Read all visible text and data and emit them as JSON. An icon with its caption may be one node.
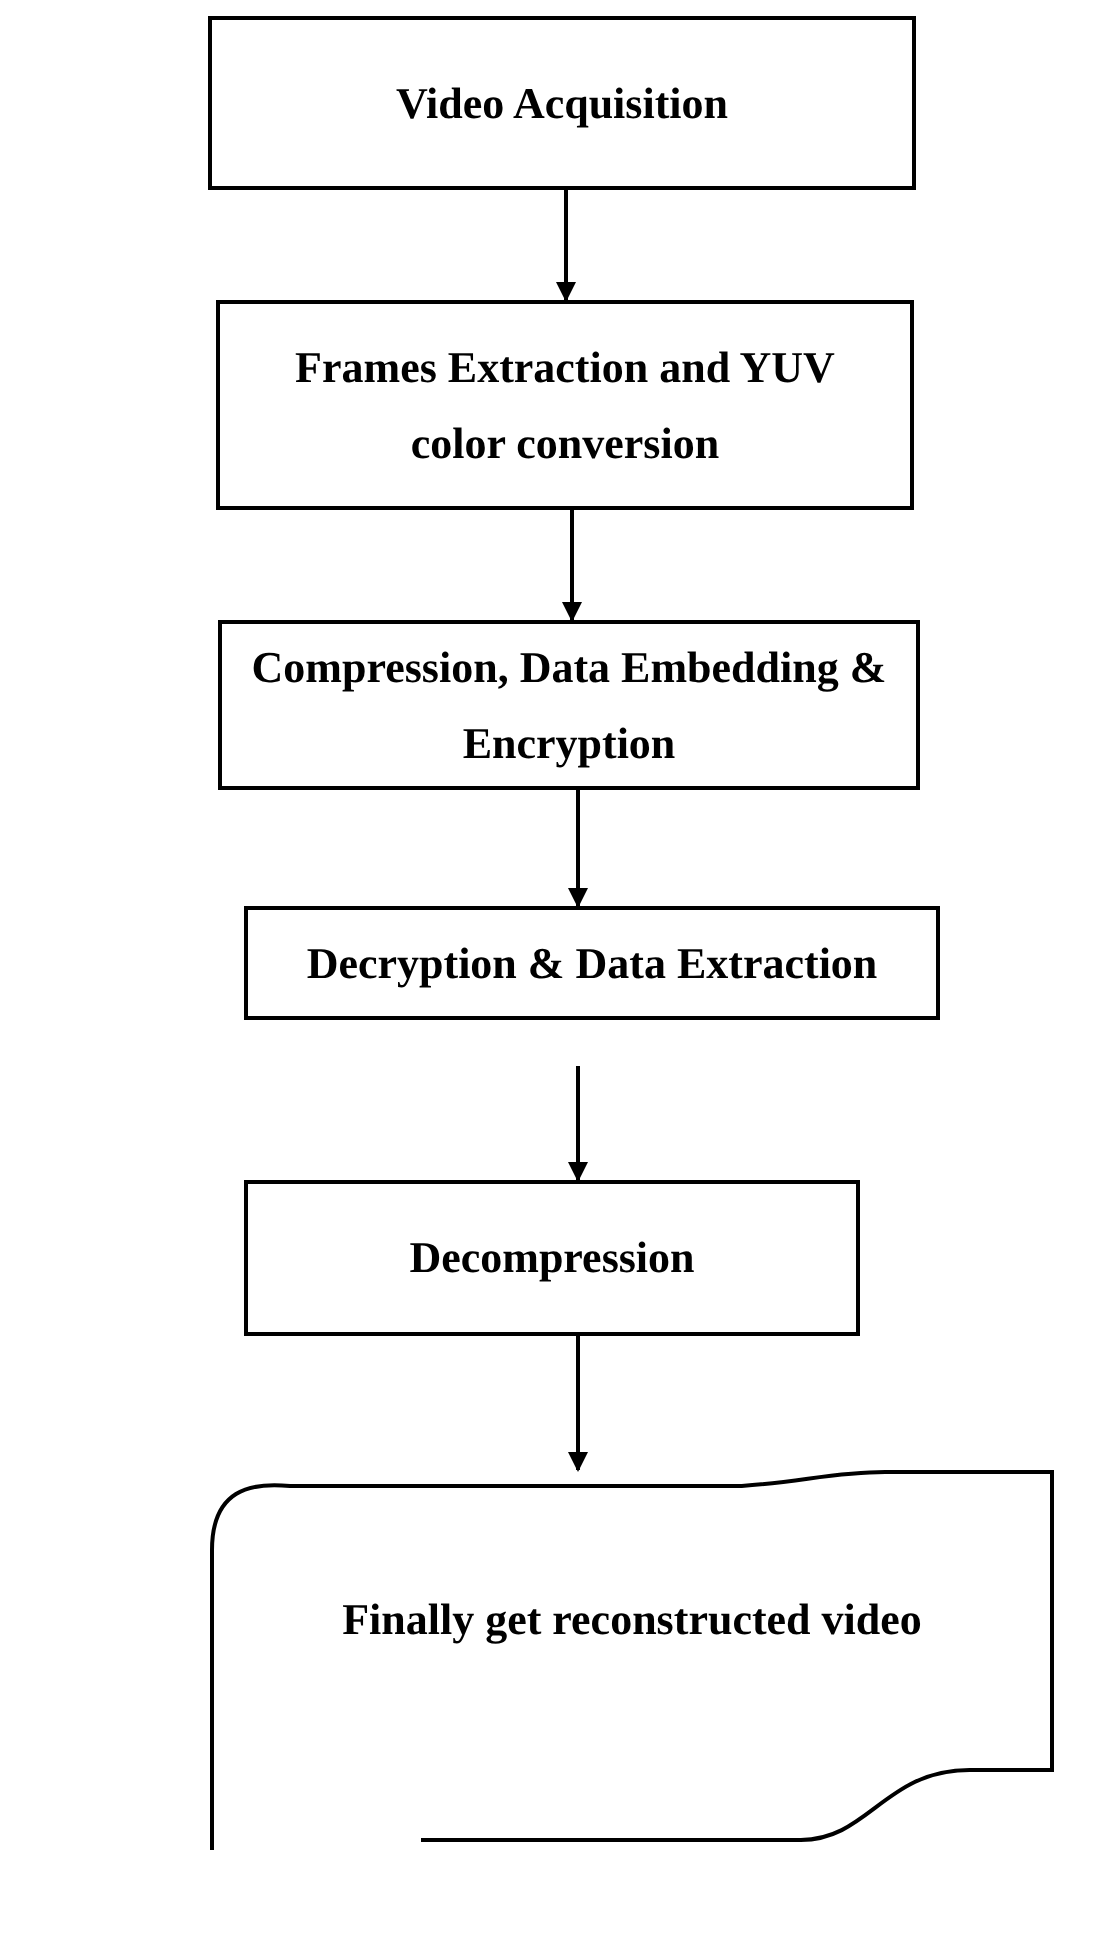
{
  "diagram": {
    "nodes": [
      {
        "text": [
          "Video Acquisition"
        ]
      },
      {
        "text": [
          "Frames Extraction and YUV color conversion"
        ]
      },
      {
        "text": [
          "Compression, Data Embedding & Encryption"
        ]
      },
      {
        "text": [
          "Decryption & Data Extraction"
        ]
      },
      {
        "text": [
          "Decompression"
        ]
      },
      {
        "text": [
          "Finally get reconstructed video"
        ]
      }
    ],
    "edges": [
      {
        "from": 0,
        "to": 1,
        "arrow": "to"
      },
      {
        "from": 1,
        "to": 2,
        "arrow": "to"
      },
      {
        "from": 2,
        "to": 3,
        "arrow": "to"
      },
      {
        "from": 3,
        "to": 4,
        "arrow": "to"
      },
      {
        "from": 4,
        "to": 5,
        "arrow": "to"
      }
    ]
  }
}
